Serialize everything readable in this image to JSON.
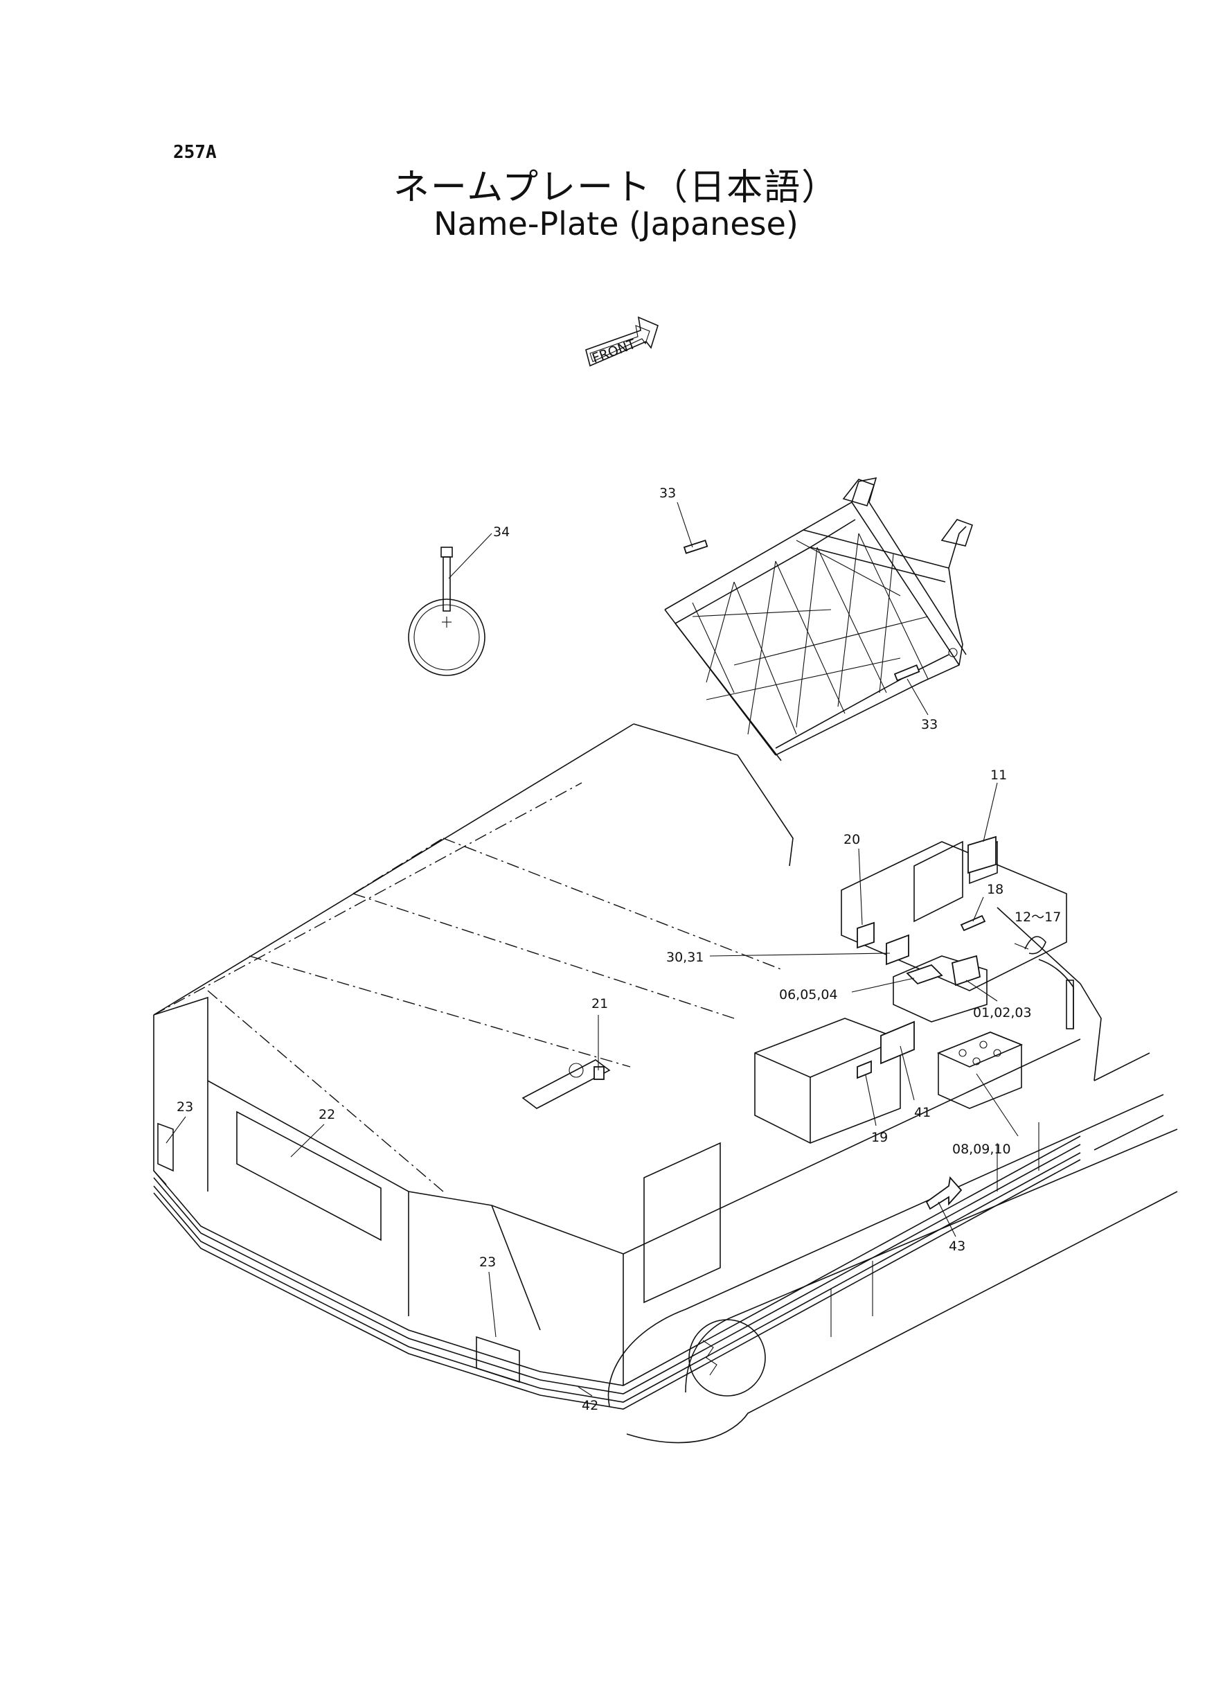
{
  "page_number": "257A",
  "title_jp": "ネームプレート（日本語）",
  "title_en": "Name-Plate  (Japanese)",
  "front_label": "FRONT",
  "callouts": {
    "c33a": "33",
    "c33b": "33",
    "c34": "34",
    "c11": "11",
    "c20": "20",
    "c18": "18",
    "c12_17": "12～17",
    "c30_31": "30,31",
    "c06_05_04": "06,05,04",
    "c01_02_03": "01,02,03",
    "c21": "21",
    "c41": "41",
    "c19": "19",
    "c08_09_10": "08,09,10",
    "c23a": "23",
    "c22": "22",
    "c23b": "23",
    "c43": "43",
    "c42": "42"
  }
}
